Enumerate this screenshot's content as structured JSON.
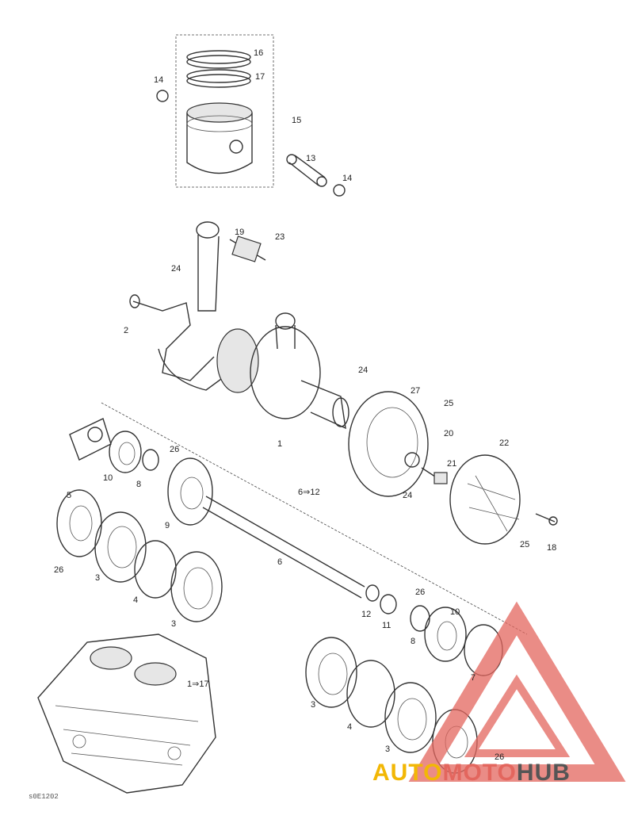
{
  "callouts": {
    "c16": "16",
    "c17": "17",
    "c14a": "14",
    "c15": "15",
    "c13": "13",
    "c14b": "14",
    "c19": "19",
    "c23": "23",
    "c24a": "24",
    "c2": "2",
    "c24b": "24",
    "c27": "27",
    "c25a": "25",
    "c20": "20",
    "c21": "21",
    "c22": "22",
    "c24c": "24",
    "c1": "1",
    "c25b": "25",
    "c18": "18",
    "c10": "10",
    "c8a": "8",
    "c26a": "26",
    "c9": "9",
    "c6to12": "6⇒12",
    "c5": "5",
    "c3a": "3",
    "c26b": "26",
    "c4a": "4",
    "c3b": "3",
    "c6": "6",
    "c12": "12",
    "c11": "11",
    "c26c": "26",
    "c8b": "8",
    "c10b": "10",
    "c7": "7",
    "c1to17": "1⇒17",
    "c3c": "3",
    "c4b": "4",
    "c3d": "3",
    "c26d": "26"
  },
  "figure_code": "s0E1202",
  "watermark": {
    "brand_part1": "AUTO",
    "brand_part2": "MOTO",
    "brand_part3": "HUB",
    "color_auto": "#f2b705",
    "color_moto": "#e3665e",
    "color_hub": "#555555"
  }
}
